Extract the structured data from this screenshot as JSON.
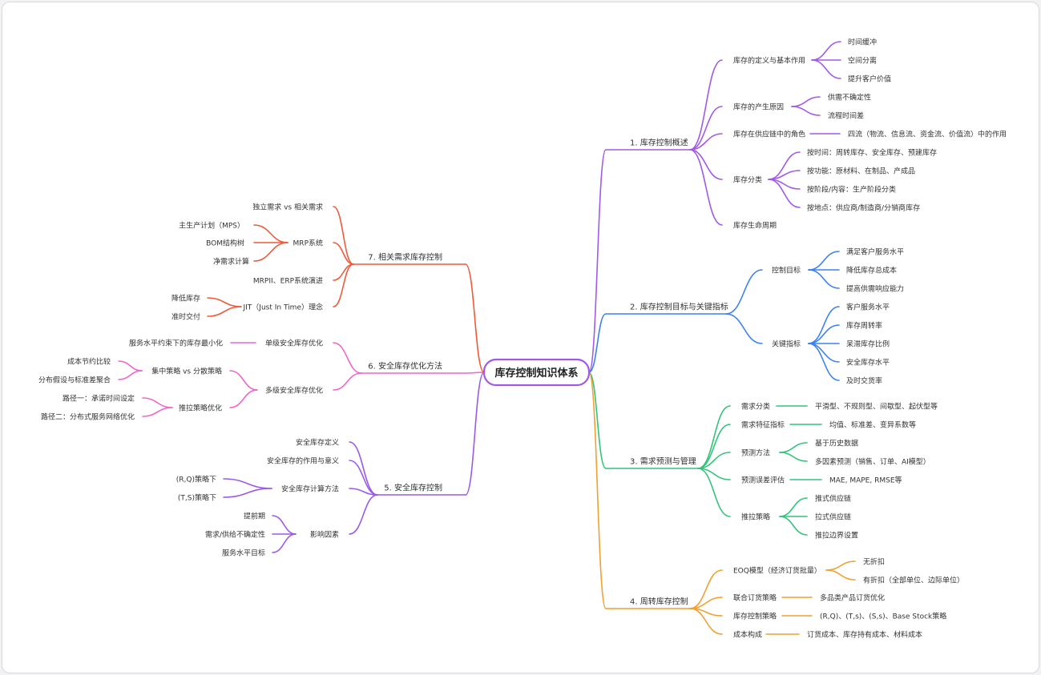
{
  "center": {
    "label": "库存控制知识体系"
  },
  "colors": {
    "purple": "#a05ae6",
    "blue": "#3b82f0",
    "green": "#33c47a",
    "orange": "#f0a030",
    "red": "#ee5a3a",
    "pink": "#ee66cc",
    "violet": "#9b59e6"
  },
  "branches": [
    {
      "label": "1. 库存控制概述",
      "color": "#a05ae6",
      "children": [
        {
          "label": "库存的定义与基本作用",
          "children": [
            {
              "label": "时间缓冲"
            },
            {
              "label": "空间分离"
            },
            {
              "label": "提升客户价值"
            }
          ]
        },
        {
          "label": "库存的产生原因",
          "children": [
            {
              "label": "供需不确定性"
            },
            {
              "label": "流程时间差"
            }
          ]
        },
        {
          "label": "库存在供应链中的角色",
          "children": [
            {
              "label": "四流（物流、信息流、资金流、价值流）中的作用"
            }
          ]
        },
        {
          "label": "库存分类",
          "children": [
            {
              "label": "按时间：周转库存、安全库存、预建库存"
            },
            {
              "label": "按功能：原材料、在制品、产成品"
            },
            {
              "label": "按阶段/内容：生产阶段分类"
            },
            {
              "label": "按地点：供应商/制造商/分销商库存"
            }
          ]
        },
        {
          "label": "库存生命周期"
        }
      ]
    },
    {
      "label": "2. 库存控制目标与关键指标",
      "color": "#3b82f0",
      "children": [
        {
          "label": "控制目标",
          "children": [
            {
              "label": "满足客户服务水平"
            },
            {
              "label": "降低库存总成本"
            },
            {
              "label": "提高供需响应能力"
            }
          ]
        },
        {
          "label": "关键指标",
          "children": [
            {
              "label": "客户服务水平"
            },
            {
              "label": "库存周转率"
            },
            {
              "label": "呆滞库存比例"
            },
            {
              "label": "安全库存水平"
            },
            {
              "label": "及时交货率"
            }
          ]
        }
      ]
    },
    {
      "label": "3. 需求预测与管理",
      "color": "#33c47a",
      "children": [
        {
          "label": "需求分类",
          "children": [
            {
              "label": "平滑型、不规则型、间歇型、起伏型等"
            }
          ]
        },
        {
          "label": "需求特征指标",
          "children": [
            {
              "label": "均值、标准差、变异系数等"
            }
          ]
        },
        {
          "label": "预测方法",
          "children": [
            {
              "label": "基于历史数据"
            },
            {
              "label": "多因素预测（销售、订单、AI模型）"
            }
          ]
        },
        {
          "label": "预测误差评估",
          "children": [
            {
              "label": "MAE, MAPE, RMSE等"
            }
          ]
        },
        {
          "label": "推拉策略",
          "children": [
            {
              "label": "推式供应链"
            },
            {
              "label": "拉式供应链"
            },
            {
              "label": "推拉边界设置"
            }
          ]
        }
      ]
    },
    {
      "label": "4. 周转库存控制",
      "color": "#f0a030",
      "children": [
        {
          "label": "EOQ模型（经济订货批量）",
          "children": [
            {
              "label": "无折扣"
            },
            {
              "label": "有折扣（全部单位、边际单位）"
            }
          ]
        },
        {
          "label": "联合订货策略",
          "children": [
            {
              "label": "多品类产品订货优化"
            }
          ]
        },
        {
          "label": "库存控制策略",
          "children": [
            {
              "label": "(R,Q)、(T,s)、(S,s)、Base Stock策略"
            }
          ]
        },
        {
          "label": "成本构成",
          "children": [
            {
              "label": "订货成本、库存持有成本、材料成本"
            }
          ]
        }
      ]
    },
    {
      "label": "5. 安全库存控制",
      "color": "#9b59e6",
      "children": [
        {
          "label": "安全库存定义"
        },
        {
          "label": "安全库存的作用与意义"
        },
        {
          "label": "安全库存计算方法",
          "children": [
            {
              "label": "(R,Q)策略下"
            },
            {
              "label": "(T,S)策略下"
            }
          ]
        },
        {
          "label": "影响因素",
          "children": [
            {
              "label": "提前期"
            },
            {
              "label": "需求/供给不确定性"
            },
            {
              "label": "服务水平目标"
            }
          ]
        }
      ]
    },
    {
      "label": "6. 安全库存优化方法",
      "color": "#ee66cc",
      "children": [
        {
          "label": "单级安全库存优化",
          "children": [
            {
              "label": "服务水平约束下的库存最小化"
            }
          ]
        },
        {
          "label": "多级安全库存优化",
          "children": [
            {
              "label": "集中策略 vs 分散策略",
              "children": [
                {
                  "label": "成本节约比较"
                },
                {
                  "label": "分布假设与标准差聚合"
                }
              ]
            },
            {
              "label": "推拉策略优化",
              "children": [
                {
                  "label": "路径一：承诺时间设定"
                },
                {
                  "label": "路径二：分布式服务网络优化"
                }
              ]
            }
          ]
        }
      ]
    },
    {
      "label": "7. 相关需求库存控制",
      "color": "#ee5a3a",
      "children": [
        {
          "label": "独立需求 vs 相关需求"
        },
        {
          "label": "MRP系统",
          "children": [
            {
              "label": "主生产计划（MPS）"
            },
            {
              "label": "BOM结构树"
            },
            {
              "label": "净需求计算"
            }
          ]
        },
        {
          "label": "MRPII、ERP系统演进"
        },
        {
          "label": "JIT（Just In Time）理念",
          "children": [
            {
              "label": "降低库存"
            },
            {
              "label": "准时交付"
            }
          ]
        }
      ]
    }
  ]
}
